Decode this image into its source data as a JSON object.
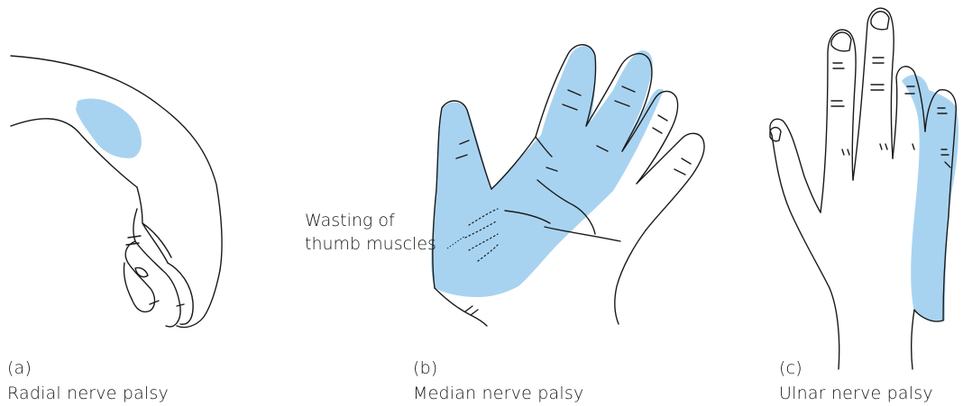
{
  "figure": {
    "colors": {
      "affected_area": "#a8d3f0",
      "outline": "#1a1a1a"
    },
    "panels": [
      {
        "id": "a",
        "label": "(a)",
        "caption": "Radial nerve palsy"
      },
      {
        "id": "b",
        "label": "(b)",
        "caption": "Median nerve palsy",
        "annotation": {
          "line1": "Wasting of",
          "line2": "thumb muscles"
        }
      },
      {
        "id": "c",
        "label": "(c)",
        "caption": "Ulnar nerve palsy"
      }
    ]
  }
}
